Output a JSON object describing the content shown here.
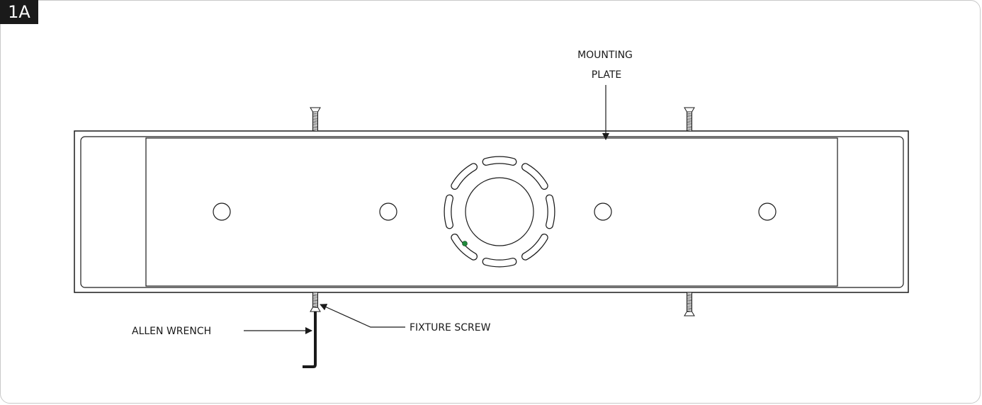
{
  "figure": {
    "tag": "1A"
  },
  "labels": {
    "mounting_plate_line1": "MOUNTING",
    "mounting_plate_line2": "PLATE",
    "allen_wrench": "ALLEN WRENCH",
    "fixture_screw": "FIXTURE SCREW"
  },
  "colors": {
    "line": "#1a1a1a",
    "indicator_led": "#1f8a3b",
    "frame_border": "#c9c9c9"
  }
}
